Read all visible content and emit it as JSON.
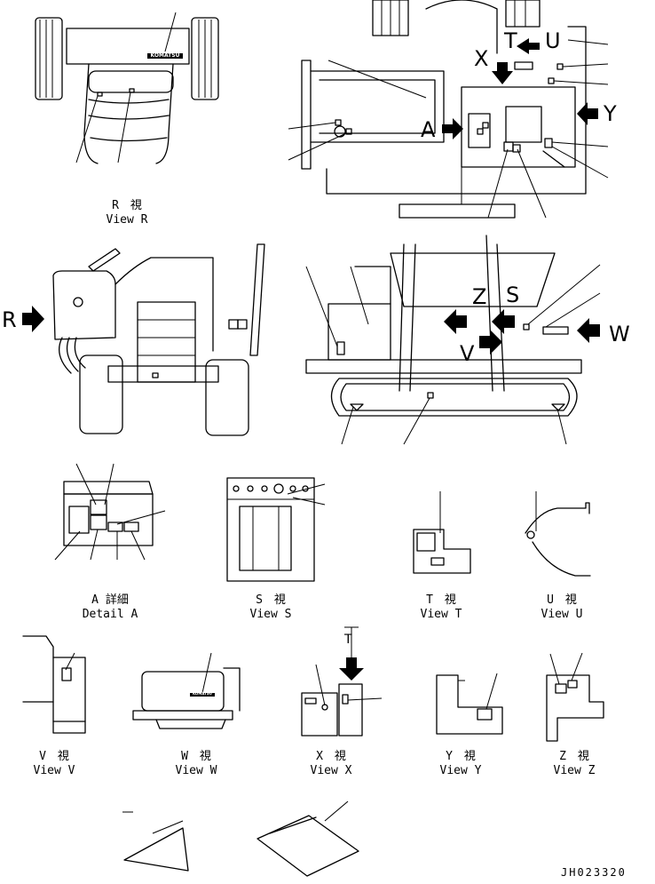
{
  "captions": {
    "view_r": {
      "jp": "R　視",
      "en": "View R"
    },
    "detail_a": {
      "jp": "A 詳細",
      "en": "Detail A"
    },
    "view_s": {
      "jp": "S　視",
      "en": "View S"
    },
    "view_t": {
      "jp": "T　視",
      "en": "View T"
    },
    "view_u": {
      "jp": "U　視",
      "en": "View U"
    },
    "view_v": {
      "jp": "V　視",
      "en": "View V"
    },
    "view_w": {
      "jp": "W　視",
      "en": "View W"
    },
    "view_x": {
      "jp": "X　視",
      "en": "View X"
    },
    "view_y": {
      "jp": "Y　視",
      "en": "View Y"
    },
    "view_z": {
      "jp": "Z　視",
      "en": "View Z"
    }
  },
  "view_letters": {
    "x": "X",
    "t": "T",
    "u": "U",
    "y": "Y",
    "a": "A",
    "r": "R",
    "z": "Z",
    "s": "S",
    "v": "V",
    "w": "W",
    "t2": "T"
  },
  "brand": "KOMATSU",
  "drawing_code": "JH023320",
  "colors": {
    "line": "#000000",
    "background": "#ffffff"
  }
}
